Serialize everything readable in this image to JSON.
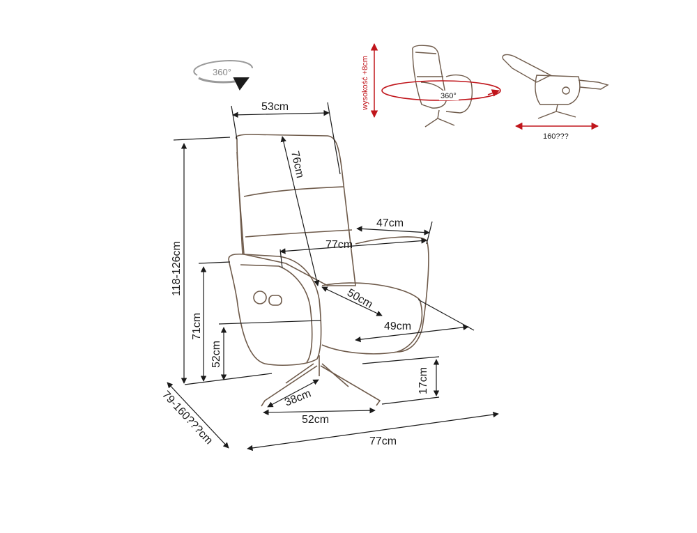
{
  "colors": {
    "outline": "#6e5a4a",
    "dimension": "#1a1a1a",
    "accent": "#c0151b",
    "muted": "#9a9a9a"
  },
  "icons": {
    "rotate": "rotate-360-icon",
    "reclined": "reclined-chair-icon",
    "swivel": "swivel-chair-icon"
  },
  "rotate_icon": {
    "label": "360°"
  },
  "inset": {
    "height_label": "wysokość +8cm",
    "rotation_label": "360°",
    "recline_label": "160???"
  },
  "dimensions": {
    "back_width": "53cm",
    "back_height": "76cm",
    "total_height": "118-126cm",
    "arm_height": "71cm",
    "seat_height": "52cm",
    "arm_depth": "47cm",
    "inner_width": "77cm",
    "seat_depth": "50cm",
    "seat_width": "49cm",
    "leg_height": "17cm",
    "base_radius": "38cm",
    "base_width": "52cm",
    "total_width": "77cm",
    "depth_range": "79-160???cm"
  }
}
